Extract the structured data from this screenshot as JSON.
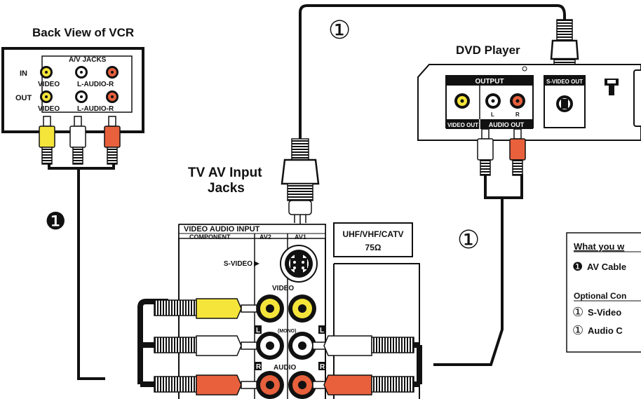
{
  "vcr": {
    "title": "Back View of VCR",
    "jacks_label": "A/V JACKS",
    "in_label": "IN",
    "out_label": "OUT",
    "video_label": "VIDEO",
    "audio_label": "L-AUDIO-R"
  },
  "dvd": {
    "title": "DVD Player",
    "output_label": "OUTPUT",
    "svideo_out_label": "S-VIDEO OUT",
    "video_out_label": "VIDEO OUT",
    "audio_out_label": "AUDIO OUT",
    "l": "L",
    "r": "R"
  },
  "tv": {
    "title_line1": "TV AV Input",
    "title_line2": "Jacks",
    "panel_title": "VIDEO AUDIO INPUT",
    "component_label": "COMPONENT",
    "av2_label": "AV2",
    "av1_label": "AV1",
    "svideo_label": "S-VIDEO",
    "video_label": "VIDEO",
    "mono_label": "(MONO)",
    "audio_label": "AUDIO",
    "l": "L",
    "r": "R",
    "uhf_line1": "UHF/VHF/CATV",
    "uhf_line2": "75Ω"
  },
  "callouts": {
    "solid": "❶",
    "outline": "①"
  },
  "legend": {
    "heading": "What you w",
    "av_cable": "AV Cable",
    "optional_heading": "Optional Con",
    "svideo_item": "S-Video",
    "audio_item": "Audio C"
  },
  "colors": {
    "yellow": "#f5e53a",
    "white": "#ffffff",
    "red": "#e8603c",
    "ink": "#111111"
  }
}
